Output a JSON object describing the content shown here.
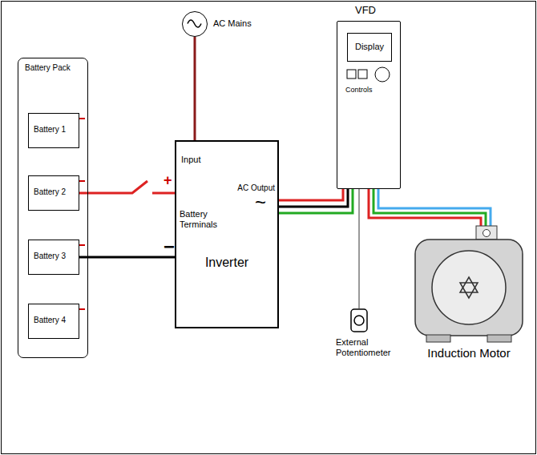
{
  "diagram": {
    "nodes": [
      {
        "text": [
          "Battery Pack"
        ]
      },
      {
        "text": [
          "Battery 1"
        ],
        "in": 0
      },
      {
        "text": [
          "Battery 2"
        ],
        "in": 0
      },
      {
        "text": [
          "Battery 3"
        ],
        "in": 0
      },
      {
        "text": [
          "Battery 4"
        ],
        "in": 0
      },
      {
        "text": [
          "Input",
          "Battery Terminals",
          "AC Output",
          "~",
          "Inverter"
        ]
      },
      {
        "text": [
          "AC Mains"
        ]
      },
      {
        "text": [
          "VFD",
          "Controls"
        ]
      },
      {
        "text": [
          "Display"
        ],
        "in": 7
      },
      {
        "text": [
          "External Potentiometer"
        ]
      },
      {
        "text": [
          "Induction Motor"
        ]
      }
    ],
    "edges": [
      {
        "from": 6,
        "to": 5,
        "arrow": "none"
      },
      {
        "from": 2,
        "to": 5,
        "arrow": "none"
      },
      {
        "from": 3,
        "to": 5,
        "arrow": "none"
      },
      {
        "from": 5,
        "to": 7,
        "arrow": "none"
      },
      {
        "from": 5,
        "to": 7,
        "arrow": "none"
      },
      {
        "from": 5,
        "to": 7,
        "arrow": "none"
      },
      {
        "from": 7,
        "to": 9,
        "arrow": "none"
      },
      {
        "from": 7,
        "to": 10,
        "arrow": "none"
      },
      {
        "from": 7,
        "to": 10,
        "arrow": "none"
      },
      {
        "from": 7,
        "to": 10,
        "arrow": "none"
      }
    ],
    "labels": [
      "+",
      "−"
    ]
  }
}
